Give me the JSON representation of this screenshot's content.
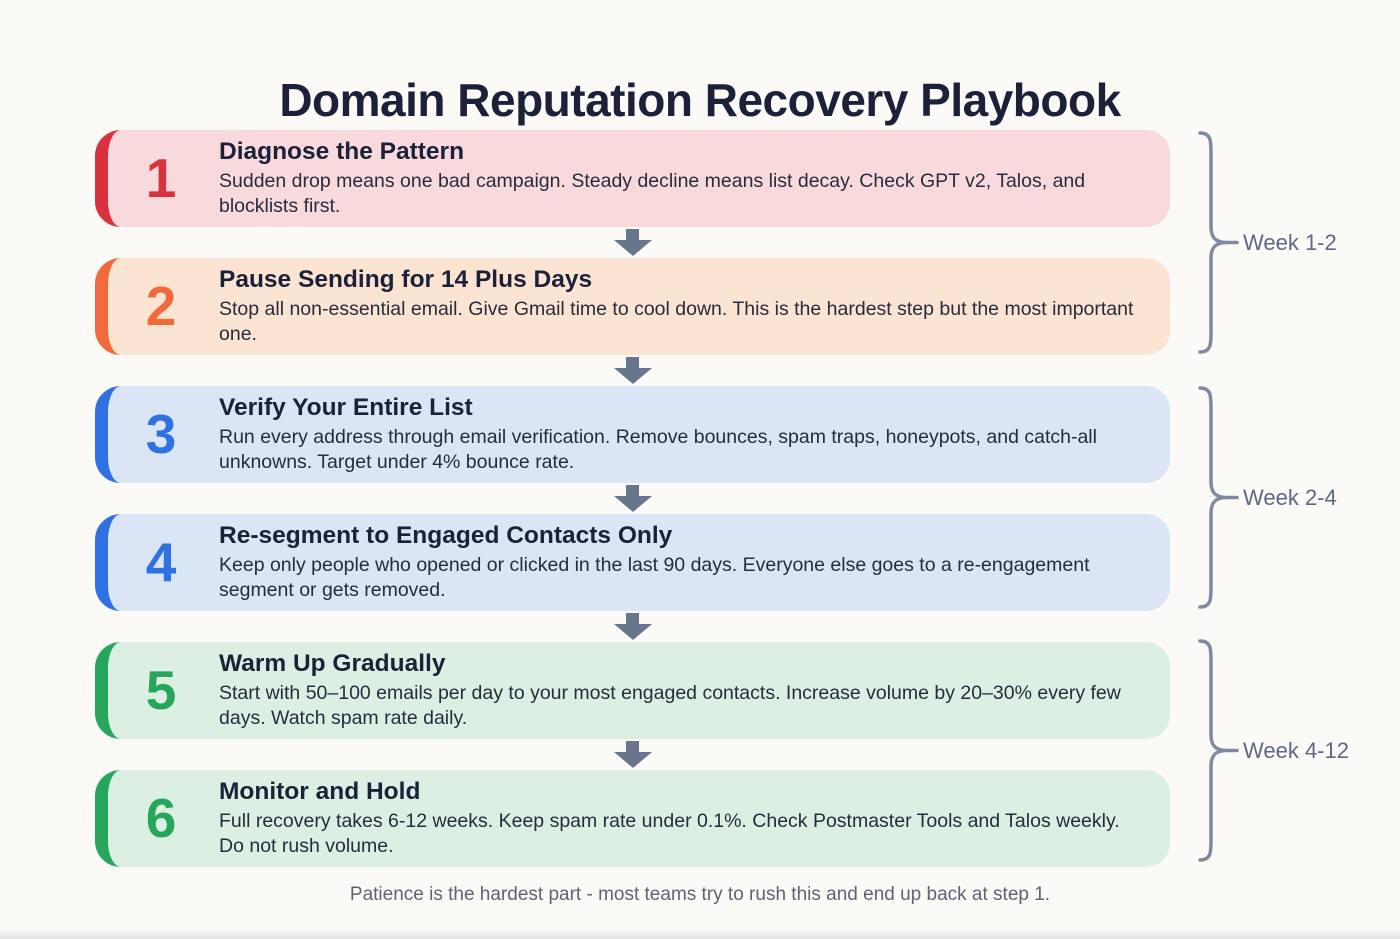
{
  "title": "Domain Reputation Recovery Playbook",
  "footer": "Patience is the hardest part - most teams try to rush this and end up back at step 1.",
  "steps": [
    {
      "number": "1",
      "title": "Diagnose the Pattern",
      "description": "Sudden drop means one bad campaign. Steady decline means list decay. Check GPT v2, Talos, and blocklists first.",
      "accent": "#d7323e",
      "bg": "#f9dadc"
    },
    {
      "number": "2",
      "title": "Pause Sending for 14 Plus Days",
      "description": "Stop all non-essential email. Give Gmail time to cool down. This is the hardest step but the most important one.",
      "accent": "#f2693b",
      "bg": "#fce4d2"
    },
    {
      "number": "3",
      "title": "Verify Your Entire List",
      "description": "Run every address through email verification. Remove bounces, spam traps, honeypots, and catch-all unknowns. Target under 4% bounce rate.",
      "accent": "#2f70e2",
      "bg": "#dae5f6"
    },
    {
      "number": "4",
      "title": "Re-segment to Engaged Contacts Only",
      "description": "Keep only people who opened or clicked in the last 90 days. Everyone else goes to a re-engagement segment or gets removed.",
      "accent": "#2f70e2",
      "bg": "#dae5f6"
    },
    {
      "number": "5",
      "title": "Warm Up Gradually",
      "description": "Start with 50–100 emails per day to your most engaged contacts. Increase volume by 20–30% every few days. Watch spam rate daily.",
      "accent": "#25a65a",
      "bg": "#dcefe3"
    },
    {
      "number": "6",
      "title": "Monitor and Hold",
      "description": "Full recovery takes 6-12 weeks. Keep spam rate under 0.1%. Check Postmaster Tools and Talos weekly. Do not rush volume.",
      "accent": "#25a65a",
      "bg": "#dcefe3"
    }
  ],
  "phases": [
    {
      "label": "Week 1-2"
    },
    {
      "label": "Week 2-4"
    },
    {
      "label": "Week 4-12"
    }
  ],
  "colors": {
    "background": "#fbfaf7",
    "title": "#1a2138",
    "body": "#262c3e",
    "arrow": "#67758d",
    "bracket": "#7e8aa0",
    "phase_label": "#5d6982",
    "footer": "#5b6576"
  }
}
